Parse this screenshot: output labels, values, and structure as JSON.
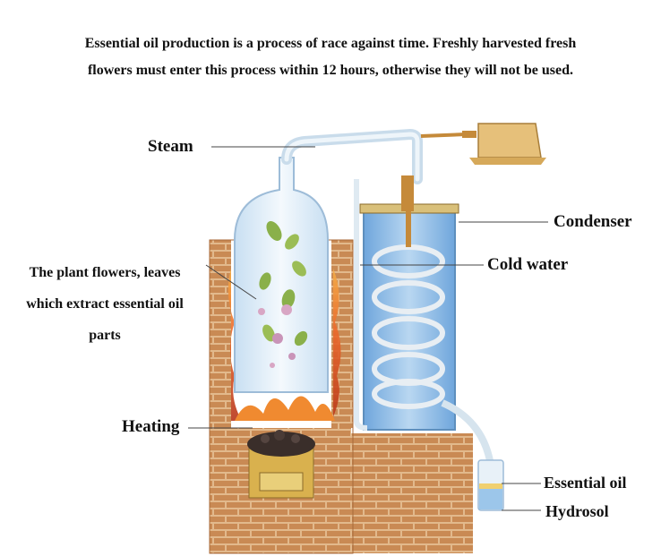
{
  "caption": {
    "line1": "Essential oil production is a process of race against time. Freshly harvested fresh",
    "line2": "flowers must enter this process within 12 hours, otherwise they will not be used."
  },
  "labels": {
    "steam": "Steam",
    "condenser": "Condenser",
    "cold_water": "Cold water",
    "plant_line1": "The plant flowers, leaves",
    "plant_line2": "which extract essential oil",
    "plant_line3": "parts",
    "heating": "Heating",
    "essential_oil": "Essential oil",
    "hydrosol": "Hydrosol"
  },
  "colors": {
    "brick": "#c98a54",
    "mortar": "#e2b98c",
    "glass": "#dcebf7",
    "water": "#8fbde6",
    "pipe": "#d6e4ee",
    "copper": "#c58a3a",
    "flame": "#e8602a"
  }
}
